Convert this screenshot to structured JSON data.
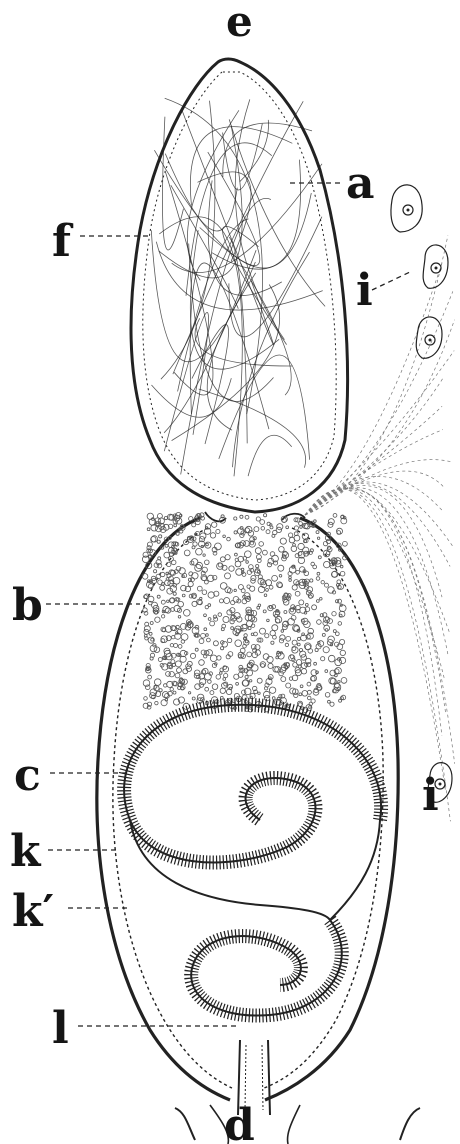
{
  "labels": {
    "e": "e",
    "a": "a",
    "f": "f",
    "i_top": "i",
    "i_bottom": "i",
    "b": "b",
    "c": "c",
    "k": "k",
    "k_prime": "k′",
    "l": "l",
    "d": "d"
  },
  "colors": {
    "ink": "#222222",
    "stipple": "#555555",
    "background": "#ffffff"
  }
}
